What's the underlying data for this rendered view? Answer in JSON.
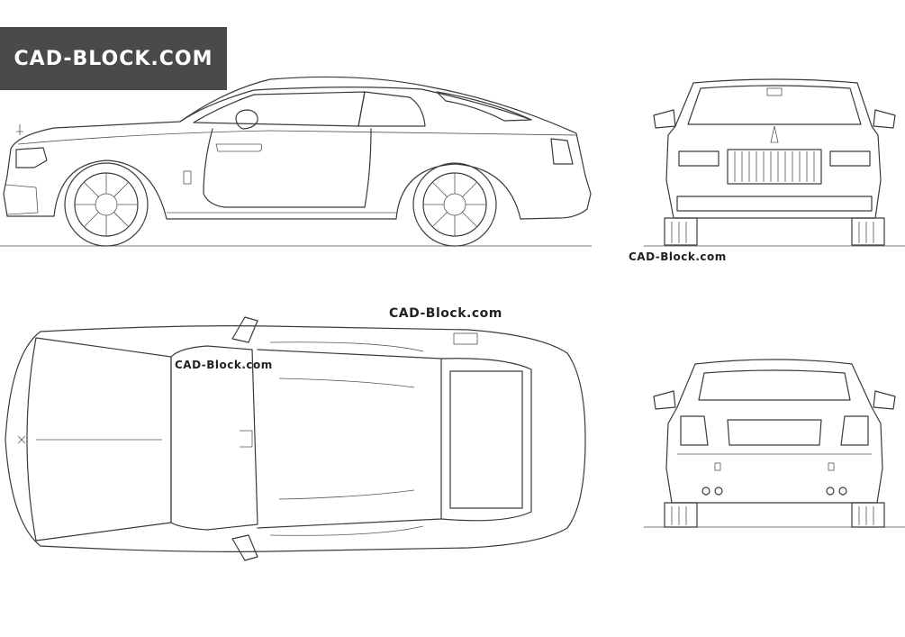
{
  "brand_badge": {
    "text": "CAD-BLOCK.COM",
    "bg_color": "#4a4a4a",
    "text_color": "#ffffff"
  },
  "watermarks": {
    "front": "CAD-Block.com",
    "top_center": "CAD-Block.com",
    "top_left": "CAD-Block.com"
  },
  "line_color": "#3a3a3a"
}
